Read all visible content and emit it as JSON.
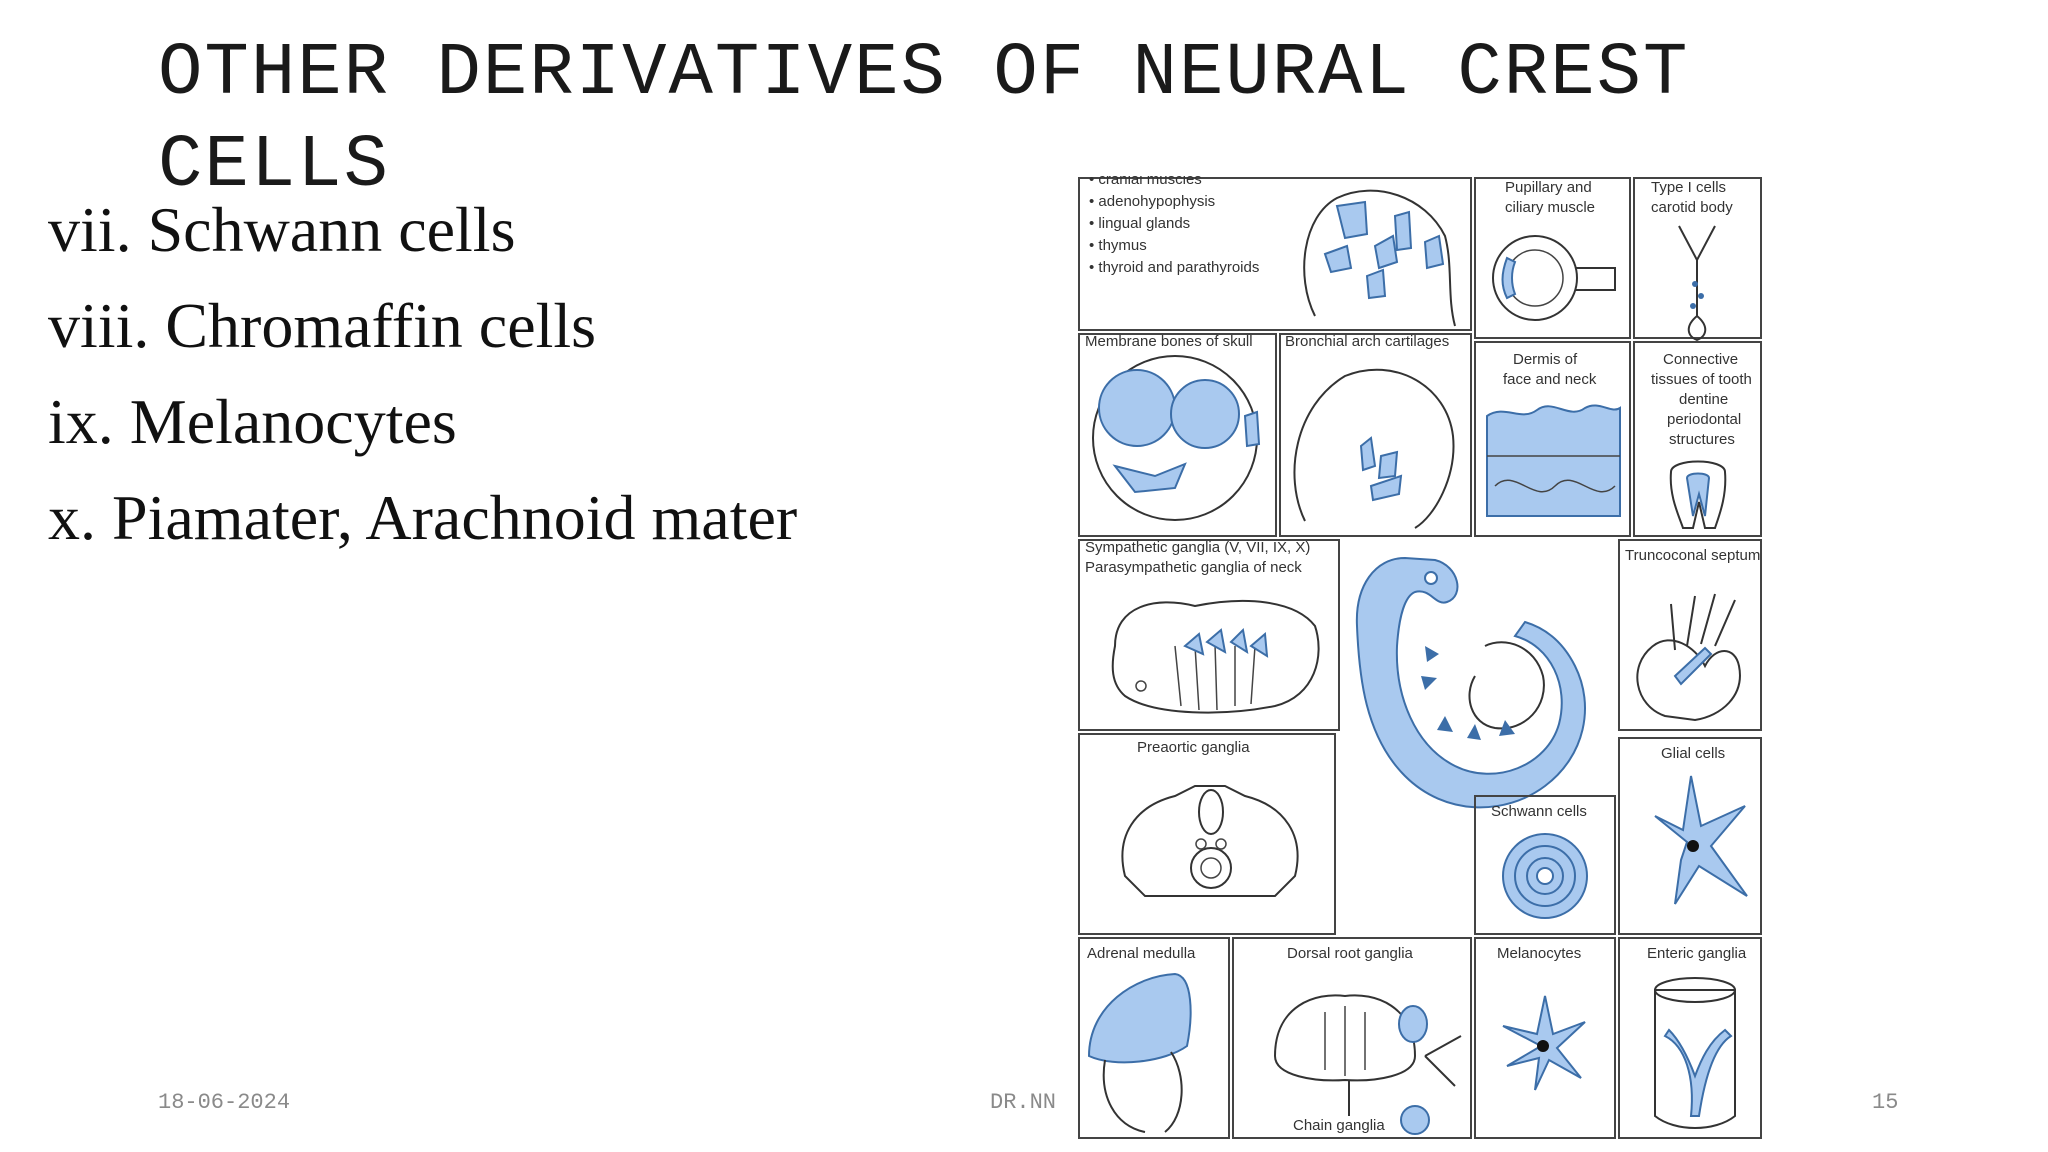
{
  "slide": {
    "title": "OTHER DERIVATIVES OF NEURAL CREST CELLS",
    "bullets": [
      "vii. Schwann cells",
      "viii. Chromaffin cells",
      "ix. Melanocytes",
      "x. Piamater, Arachnoid mater"
    ],
    "footer": {
      "date": "18-06-2024",
      "author": "DR.NN",
      "page": "15"
    }
  },
  "figure": {
    "top_list": [
      "• cranial muscles",
      "• adenohypophysis",
      "• lingual glands",
      "• thymus",
      "• thyroid and parathyroids"
    ],
    "labels": {
      "pupillary_1": "Pupillary and",
      "pupillary_2": "ciliary muscle",
      "type1_1": "Type I cells",
      "type1_2": "carotid body",
      "membrane_bones": "Membrane bones of skull",
      "bronchial": "Bronchial arch cartilages",
      "dermis_1": "Dermis of",
      "dermis_2": "face and neck",
      "connective_1": "Connective",
      "connective_2": "tissues of tooth",
      "connective_3": "dentine",
      "connective_4": "periodontal",
      "connective_5": "structures",
      "sympathetic_1": "Sympathetic ganglia (V, VII, IX, X)",
      "sympathetic_2": "Parasympathetic ganglia of neck",
      "truncoconal": "Truncoconal septum",
      "preaortic": "Preaortic ganglia",
      "glial": "Glial cells",
      "schwann": "Schwann cells",
      "adrenal": "Adrenal medulla",
      "dorsal_root": "Dorsal root ganglia",
      "melanocytes": "Melanocytes",
      "enteric": "Enteric ganglia",
      "chain": "Chain ganglia"
    }
  }
}
